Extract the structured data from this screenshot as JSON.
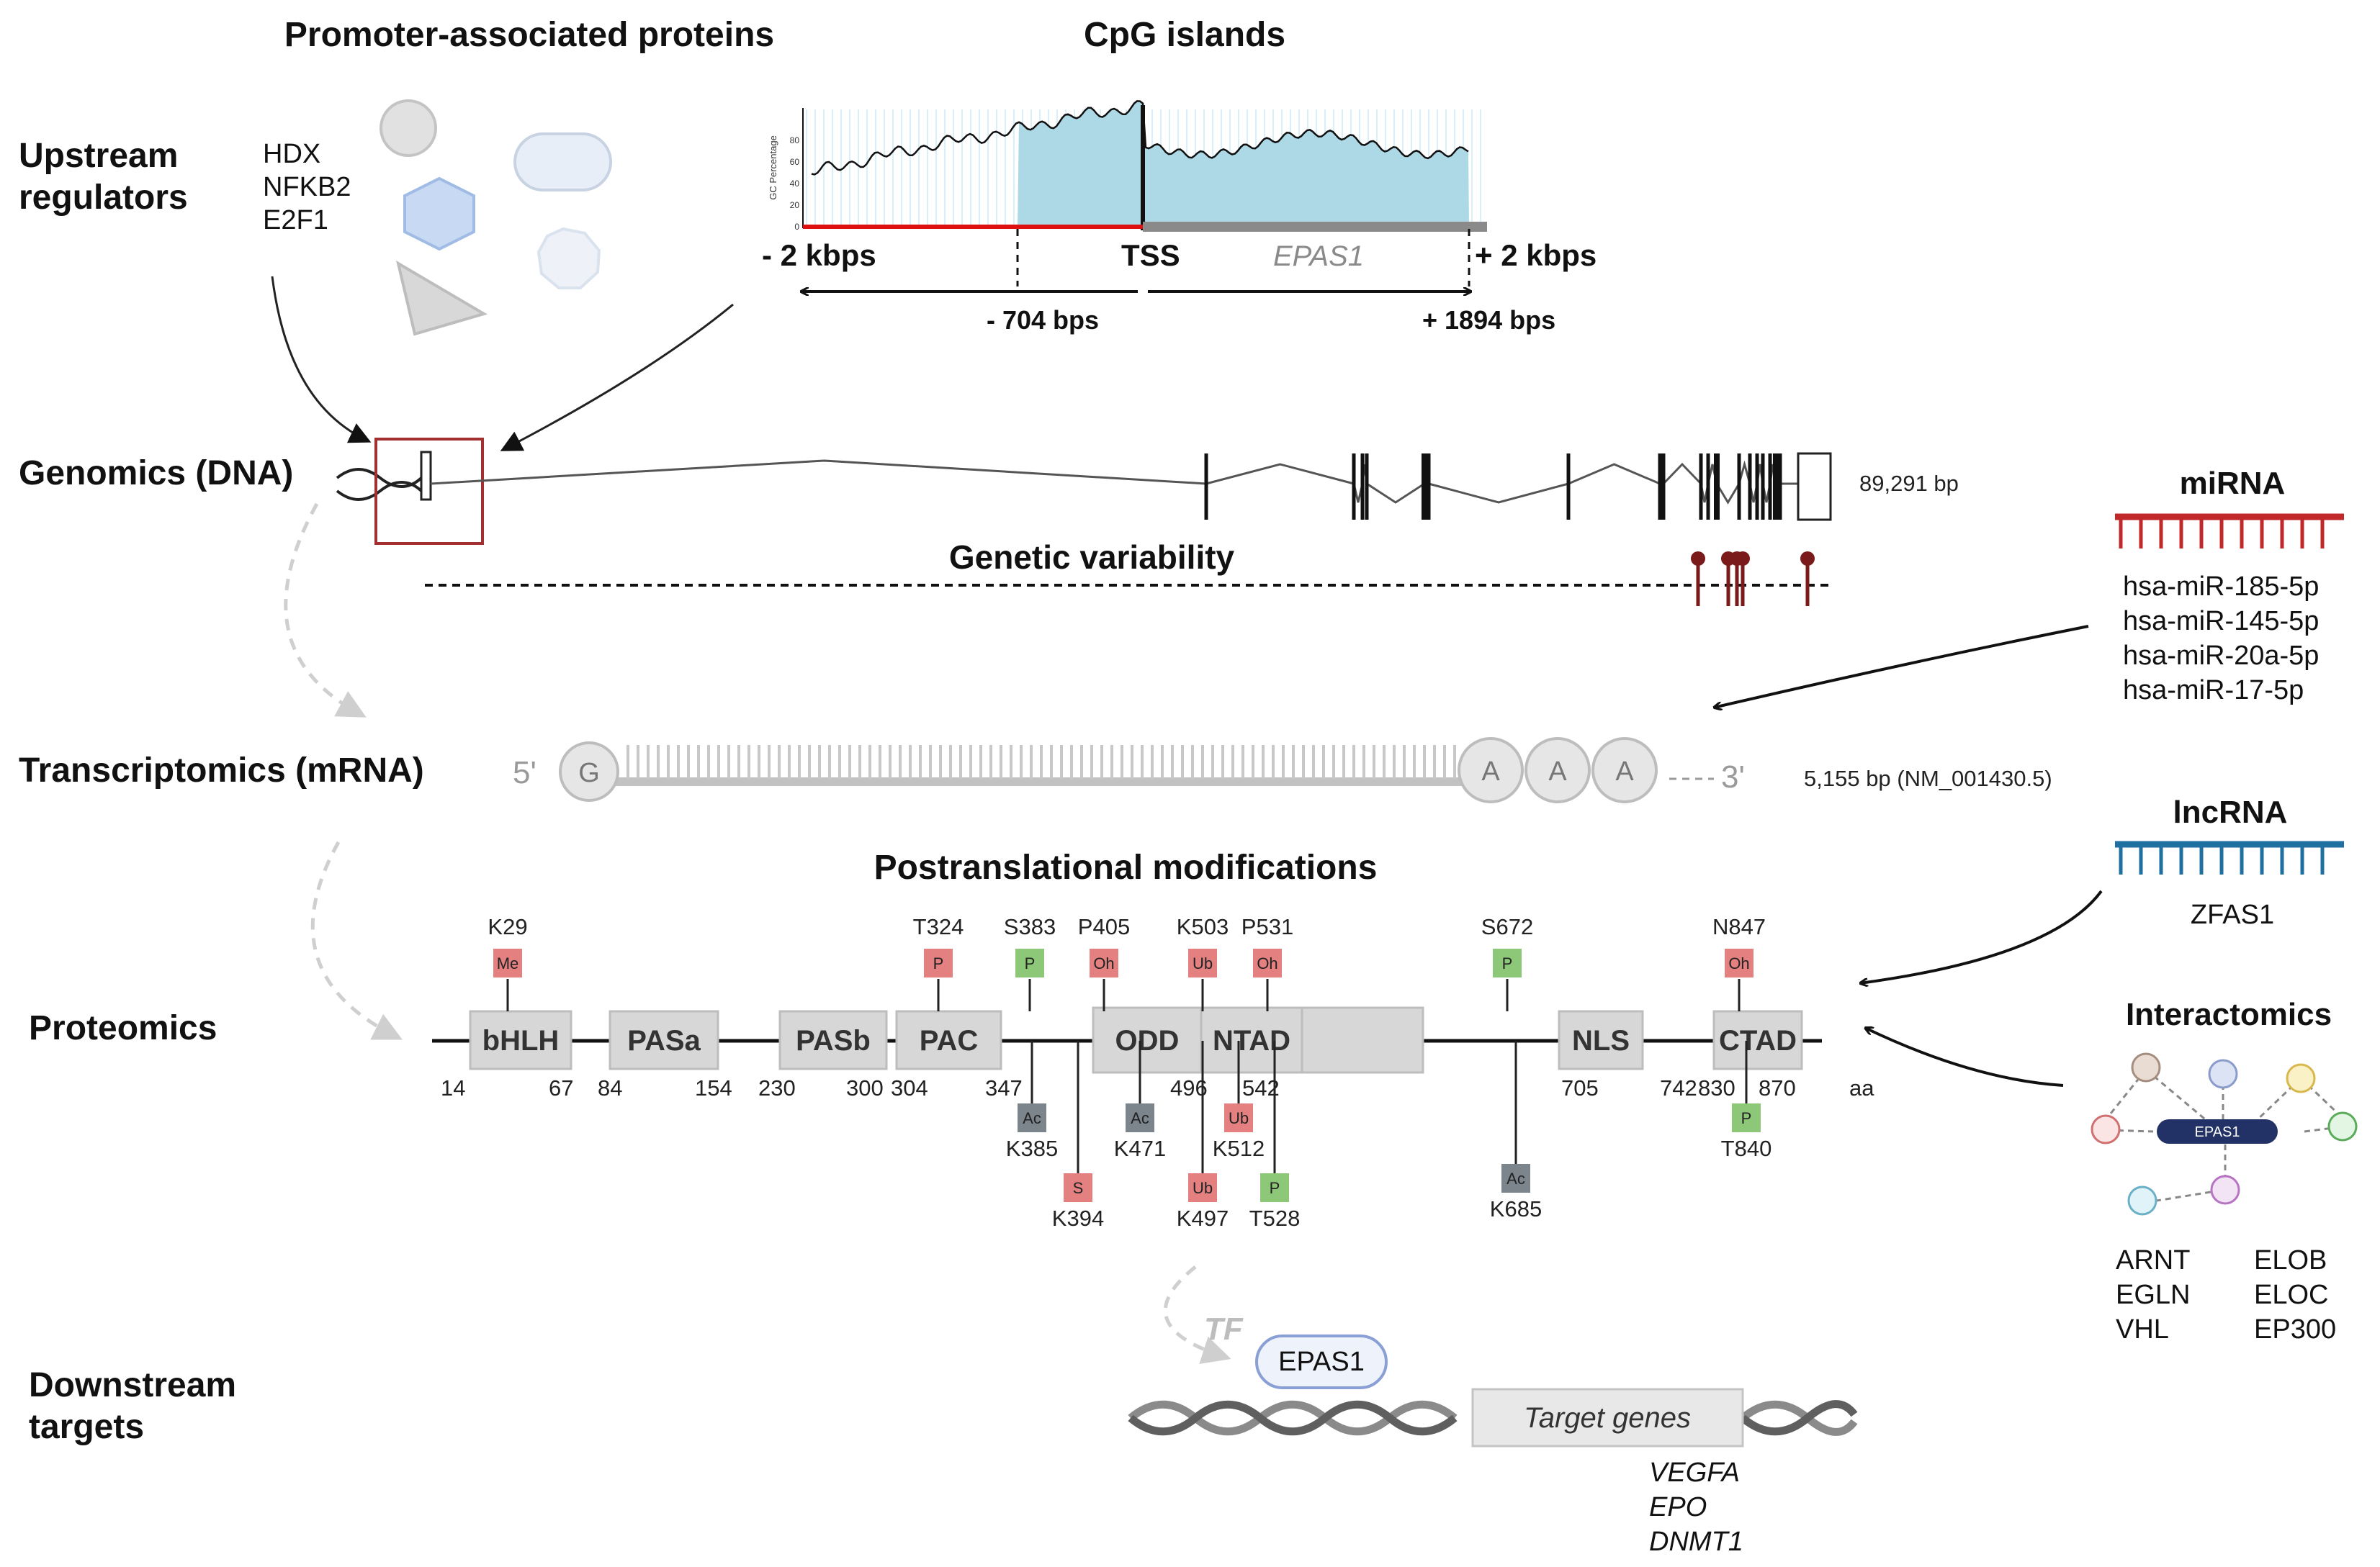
{
  "titles": {
    "promoter": "Promoter-associated proteins",
    "cpg": "CpG islands",
    "ptm": "Postranslational modifications",
    "genetic": "Genetic variability"
  },
  "rows": {
    "upstream": [
      "Upstream",
      "regulators"
    ],
    "genomics": "Genomics (DNA)",
    "transcriptomics": "Transcriptomics (mRNA)",
    "proteomics": "Proteomics",
    "downstream": [
      "Downstream",
      "targets"
    ]
  },
  "regulators": [
    "HDX",
    "NFKB2",
    "E2F1"
  ],
  "cpg": {
    "ylabel": "GC Percentage",
    "yticks": [
      "0",
      "20",
      "40",
      "60",
      "80"
    ],
    "minus2": "- 2 kbps",
    "tss": "TSS",
    "gene": "EPAS1",
    "plus2": "+ 2 kbps",
    "minus704": "- 704 bps",
    "plus1894": "+ 1894 bps"
  },
  "genome_length": "89,291 bp",
  "mrna": {
    "five": "5'",
    "three": "3'",
    "cap": "G",
    "polyA": [
      "A",
      "A",
      "A"
    ],
    "length": "5,155  bp (NM_001430.5)"
  },
  "mirna": {
    "title": "miRNA",
    "items": [
      "hsa-miR-185-5p",
      "hsa-miR-145-5p",
      "hsa-miR-20a-5p",
      "hsa-miR-17-5p"
    ]
  },
  "lncrna": {
    "title": "lncRNA",
    "items": [
      "ZFAS1"
    ]
  },
  "interactomics": {
    "title": "Interactomics",
    "hub": "EPAS1",
    "col1": [
      "ARNT",
      "EGLN",
      "VHL"
    ],
    "col2": [
      "ELOB",
      "ELOC",
      "EP300"
    ]
  },
  "protein": {
    "domains": [
      "bHLH",
      "PASa",
      "PASb",
      "PAC",
      "ODD",
      "NTAD",
      "NLS",
      "CTAD"
    ],
    "positions": [
      "14",
      "67",
      "84",
      "154",
      "230",
      "300",
      "304",
      "347",
      "496",
      "542",
      "705",
      "742",
      "830",
      "870",
      "aa"
    ],
    "mods_above": [
      {
        "site": "K29",
        "type": "Me",
        "color": "#e48080"
      },
      {
        "site": "T324",
        "type": "P",
        "color": "#e48080"
      },
      {
        "site": "S383",
        "type": "P",
        "color": "#8dc878"
      },
      {
        "site": "P405",
        "type": "Oh",
        "color": "#e48080"
      },
      {
        "site": "K503",
        "type": "Ub",
        "color": "#e48080"
      },
      {
        "site": "P531",
        "type": "Oh",
        "color": "#e48080"
      },
      {
        "site": "S672",
        "type": "P",
        "color": "#8dc878"
      },
      {
        "site": "N847",
        "type": "Oh",
        "color": "#e48080"
      }
    ],
    "mods_below": [
      {
        "site": "K385",
        "type": "Ac",
        "color": "#7c848c"
      },
      {
        "site": "K394",
        "type": "S",
        "color": "#e48080"
      },
      {
        "site": "K471",
        "type": "Ac",
        "color": "#7c848c"
      },
      {
        "site": "K497",
        "type": "Ub",
        "color": "#e48080"
      },
      {
        "site": "K512",
        "type": "Ub",
        "color": "#e48080"
      },
      {
        "site": "T528",
        "type": "P",
        "color": "#8dc878"
      },
      {
        "site": "K685",
        "type": "Ac",
        "color": "#7c848c"
      },
      {
        "site": "T840",
        "type": "P",
        "color": "#8dc878"
      }
    ]
  },
  "downstream": {
    "tf": "TF",
    "factor": "EPAS1",
    "target_box": "Target genes",
    "genes": [
      "VEGFA",
      "EPO",
      "DNMT1"
    ]
  },
  "colors": {
    "mirna": "#c0282a",
    "lncrna": "#1f6fa0",
    "dna_box": "#a33030",
    "cpg_fill": "#add8e6",
    "snp": "#7a1a1a"
  }
}
